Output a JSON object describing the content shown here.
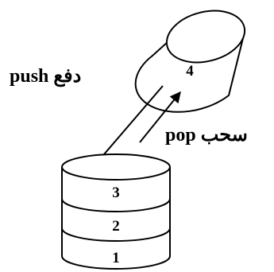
{
  "diagram": {
    "push_label": "دفع push",
    "pop_label": "سحب pop",
    "stack": {
      "items": [
        "3",
        "2",
        "1"
      ]
    },
    "popped_item": "4",
    "colors": {
      "stroke": "#000000",
      "fill": "#ffffff"
    }
  }
}
